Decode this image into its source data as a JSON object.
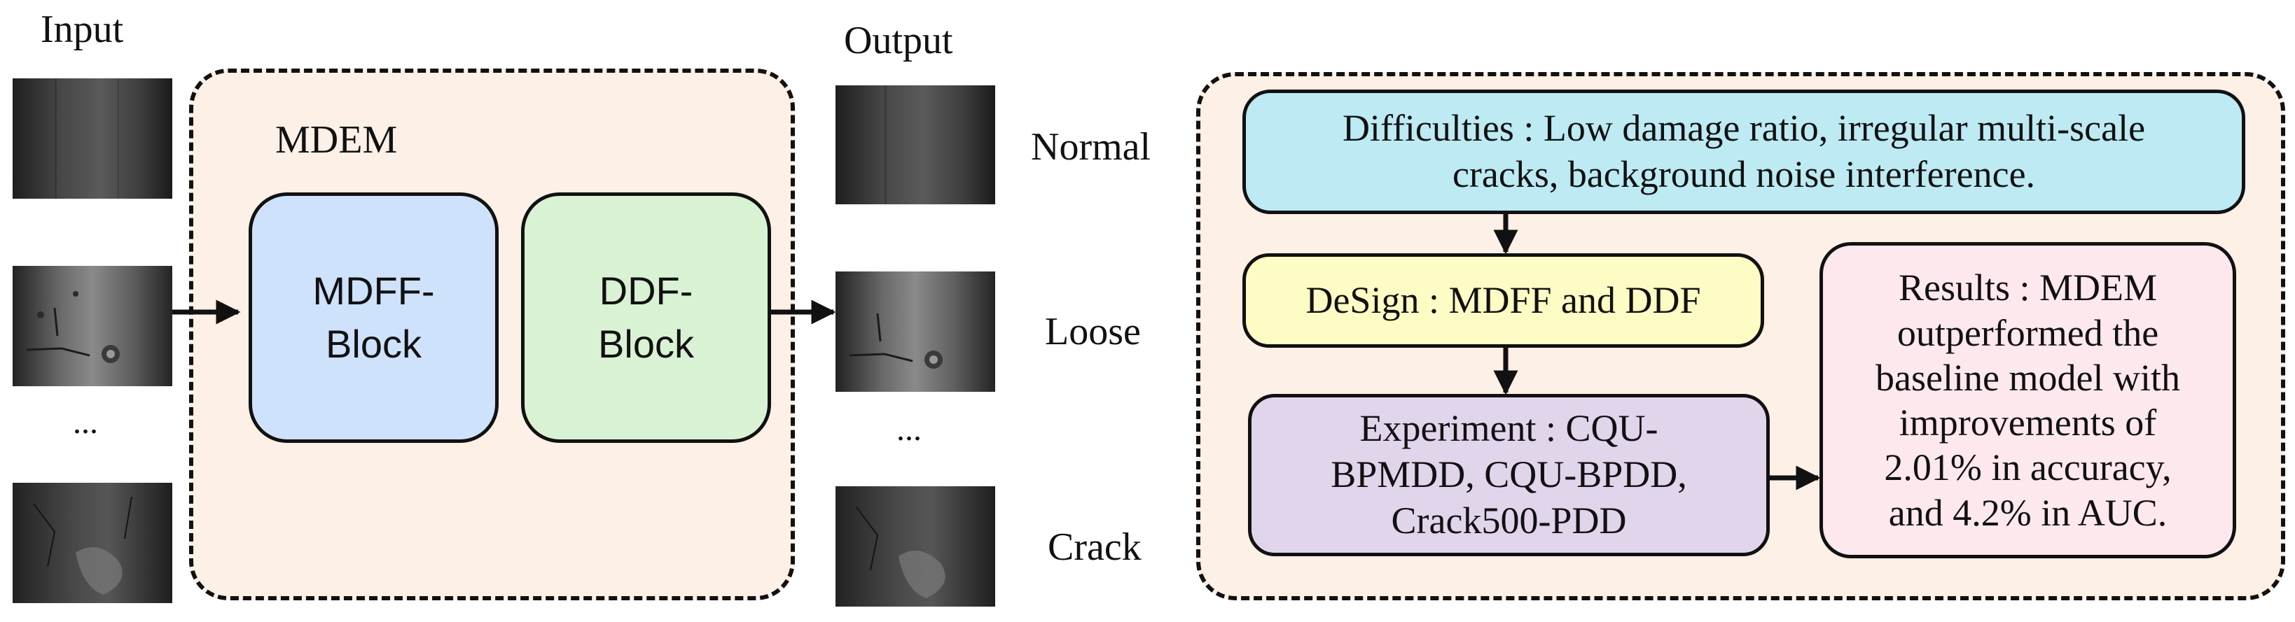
{
  "left_panel": {
    "input_label": "Input",
    "output_label": "Output",
    "ellipsis_input": "...",
    "ellipsis_output": "...",
    "module_title": "MDEM",
    "block1_label": "MDFF-\nBlock",
    "block2_label": "DDF-\nBlock",
    "class_labels": [
      "Normal",
      "Loose",
      "Crack"
    ]
  },
  "right_panel": {
    "difficulties_text": "Difficulties : Low damage ratio, irregular multi-scale\ncracks, background noise interference.",
    "design_text": "DeSign : MDFF and DDF",
    "experiment_text": "Experiment : CQU-\nBPMDD, CQU-BPDD,\nCrack500-PDD",
    "results_text": "Results : MDEM\noutperformed the\nbaseline model with\nimprovements of\n2.01% in accuracy,\nand 4.2% in AUC."
  },
  "colors": {
    "panel_fill": "#fdf0e6",
    "mdff_fill": "#cfe2fb",
    "ddf_fill": "#d9f2d4",
    "difficulties_fill": "#bdeaf3",
    "design_fill": "#fdfcc4",
    "experiment_fill": "#e1d5ec",
    "results_fill": "#fde8ee"
  }
}
